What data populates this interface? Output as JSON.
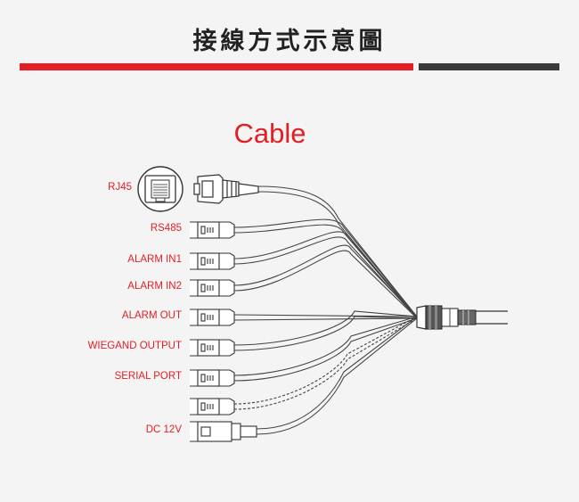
{
  "header": {
    "title": "接線方式示意圖",
    "accent_color": "#e41e25",
    "dark_color": "#3b3b3b"
  },
  "diagram": {
    "title": "Cable",
    "connectors": [
      {
        "label": "RJ45",
        "type": "rj45"
      },
      {
        "label": "RS485",
        "type": "terminal"
      },
      {
        "label": "ALARM IN1",
        "type": "terminal"
      },
      {
        "label": "ALARM IN2",
        "type": "terminal"
      },
      {
        "label": "ALARM OUT",
        "type": "terminal"
      },
      {
        "label": "WIEGAND OUTPUT",
        "type": "terminal"
      },
      {
        "label": "SERIAL PORT",
        "type": "terminal"
      },
      {
        "label": "",
        "type": "terminal"
      },
      {
        "label": "DC 12V",
        "type": "dc-jack"
      }
    ]
  }
}
